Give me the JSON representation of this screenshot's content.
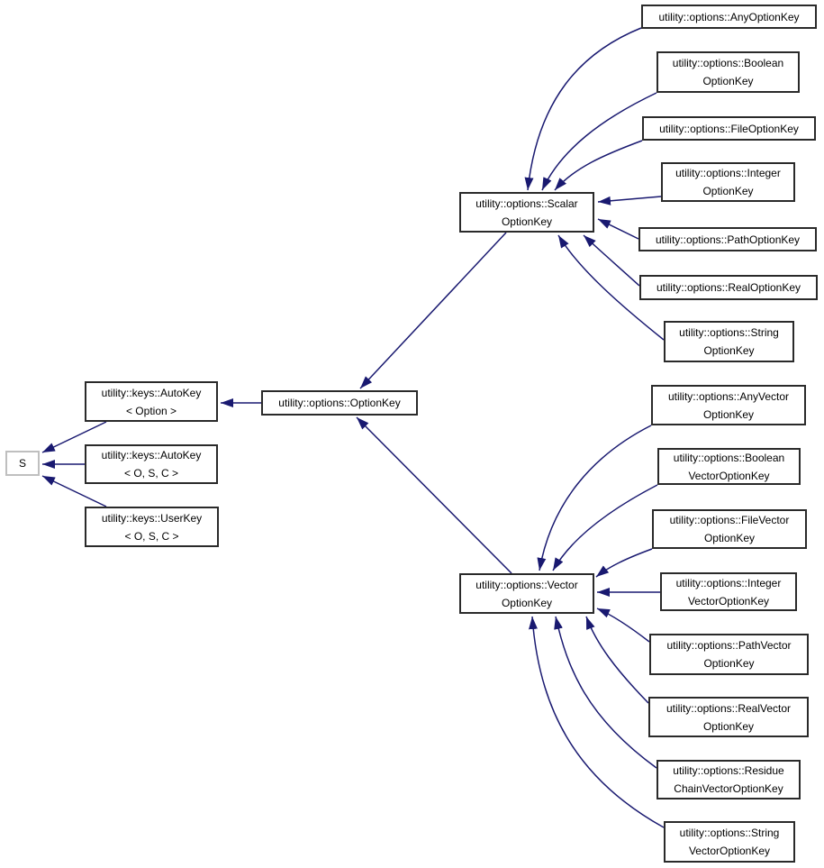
{
  "diagram": {
    "kind": "class-inheritance-graph",
    "arrow_note": "arrows point from derived class to base class",
    "colors": {
      "edge": "#191970",
      "node_border": "#2a2a2a",
      "external_node_border": "#bfbfbf",
      "node_fill": "#ffffff",
      "text": "#000000",
      "background": "#ffffff"
    }
  },
  "nodes": [
    {
      "id": "s",
      "label": "S"
    },
    {
      "id": "autokey_option",
      "label": "utility::keys::AutoKey\n< Option >"
    },
    {
      "id": "autokey_osc",
      "label": "utility::keys::AutoKey\n< O, S, C >"
    },
    {
      "id": "userkey_osc",
      "label": "utility::keys::UserKey\n< O, S, C >"
    },
    {
      "id": "optionkey",
      "label": "utility::options::OptionKey"
    },
    {
      "id": "scalaroptionkey",
      "label": "utility::options::Scalar\nOptionKey"
    },
    {
      "id": "anyoptionkey",
      "label": "utility::options::AnyOptionKey"
    },
    {
      "id": "booleanoptionkey",
      "label": "utility::options::Boolean\nOptionKey"
    },
    {
      "id": "fileoptionkey",
      "label": "utility::options::FileOptionKey"
    },
    {
      "id": "integeroptionkey",
      "label": "utility::options::Integer\nOptionKey"
    },
    {
      "id": "pathoptionkey",
      "label": "utility::options::PathOptionKey"
    },
    {
      "id": "realoptionkey",
      "label": "utility::options::RealOptionKey"
    },
    {
      "id": "stringoptionkey",
      "label": "utility::options::String\nOptionKey"
    },
    {
      "id": "vectoroptionkey",
      "label": "utility::options::Vector\nOptionKey"
    },
    {
      "id": "anyvectoroptionkey",
      "label": "utility::options::AnyVector\nOptionKey"
    },
    {
      "id": "booleanvectoroptionkey",
      "label": "utility::options::Boolean\nVectorOptionKey"
    },
    {
      "id": "filevectoroptionkey",
      "label": "utility::options::FileVector\nOptionKey"
    },
    {
      "id": "integervectoroptionkey",
      "label": "utility::options::Integer\nVectorOptionKey"
    },
    {
      "id": "pathvectoroptionkey",
      "label": "utility::options::PathVector\nOptionKey"
    },
    {
      "id": "realvectoroptionkey",
      "label": "utility::options::RealVector\nOptionKey"
    },
    {
      "id": "residuechainvectoroptionkey",
      "label": "utility::options::Residue\nChainVectorOptionKey"
    },
    {
      "id": "stringvectoroptionkey",
      "label": "utility::options::String\nVectorOptionKey"
    }
  ],
  "edges": [
    {
      "from": "optionkey",
      "to": "autokey_option"
    },
    {
      "from": "autokey_option",
      "to": "s"
    },
    {
      "from": "autokey_osc",
      "to": "s"
    },
    {
      "from": "userkey_osc",
      "to": "s"
    },
    {
      "from": "scalaroptionkey",
      "to": "optionkey"
    },
    {
      "from": "vectoroptionkey",
      "to": "optionkey"
    },
    {
      "from": "anyoptionkey",
      "to": "scalaroptionkey"
    },
    {
      "from": "booleanoptionkey",
      "to": "scalaroptionkey"
    },
    {
      "from": "fileoptionkey",
      "to": "scalaroptionkey"
    },
    {
      "from": "integeroptionkey",
      "to": "scalaroptionkey"
    },
    {
      "from": "pathoptionkey",
      "to": "scalaroptionkey"
    },
    {
      "from": "realoptionkey",
      "to": "scalaroptionkey"
    },
    {
      "from": "stringoptionkey",
      "to": "scalaroptionkey"
    },
    {
      "from": "anyvectoroptionkey",
      "to": "vectoroptionkey"
    },
    {
      "from": "booleanvectoroptionkey",
      "to": "vectoroptionkey"
    },
    {
      "from": "filevectoroptionkey",
      "to": "vectoroptionkey"
    },
    {
      "from": "integervectoroptionkey",
      "to": "vectoroptionkey"
    },
    {
      "from": "pathvectoroptionkey",
      "to": "vectoroptionkey"
    },
    {
      "from": "realvectoroptionkey",
      "to": "vectoroptionkey"
    },
    {
      "from": "residuechainvectoroptionkey",
      "to": "vectoroptionkey"
    },
    {
      "from": "stringvectoroptionkey",
      "to": "vectoroptionkey"
    }
  ]
}
